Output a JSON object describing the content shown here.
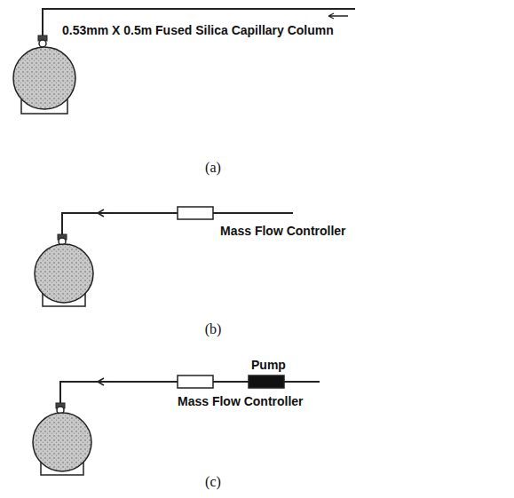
{
  "diagram": {
    "labels": [
      "0.53mm X 0.5m Fused Silica Capillary Column",
      "(a)",
      "Mass Flow Controller",
      "(b)",
      "Pump",
      "Mass Flow Controller",
      "(c)"
    ]
  }
}
